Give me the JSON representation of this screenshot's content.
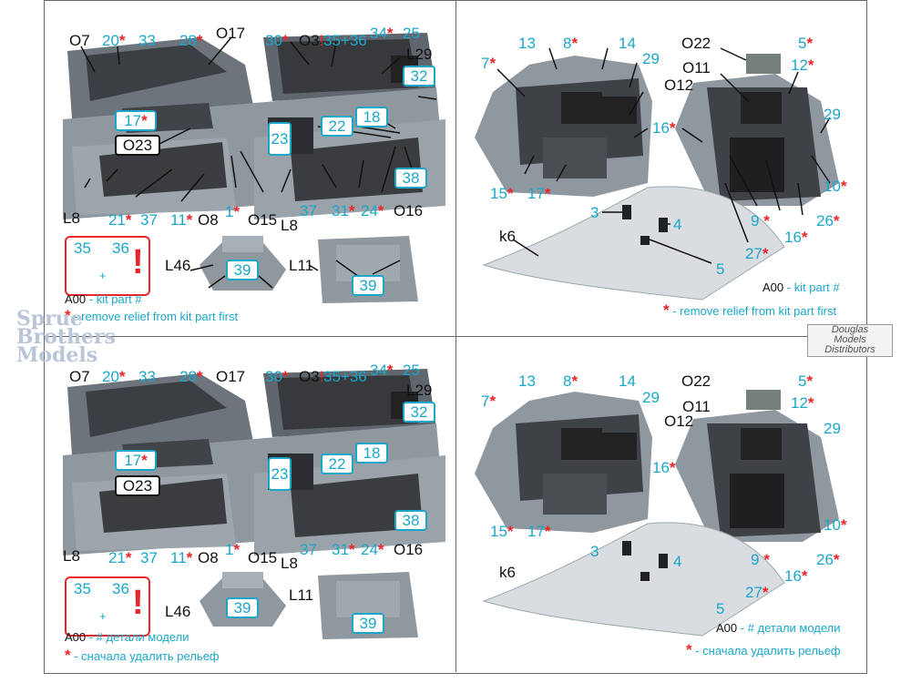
{
  "top_left": {
    "labels": [
      "O7",
      "20",
      "33",
      "28",
      "O17",
      "30",
      "O3",
      "35+36",
      "34",
      "25",
      "L29",
      "17",
      "O23",
      "23",
      "22",
      "18",
      "32",
      "38",
      "L8",
      "21",
      "37",
      "11",
      "O8",
      "1",
      "O15",
      "L8",
      "37",
      "31",
      "24",
      "O16",
      "L46",
      "L11",
      "39",
      "39"
    ],
    "callout": {
      "a": "35",
      "b": "36",
      "plus": "+"
    },
    "legend_part": "A00",
    "legend_part_text": " - kit part #",
    "legend_star": "*",
    "legend_star_text": " - remove relief from kit part first"
  },
  "top_right": {
    "labels": [
      "13",
      "8",
      "14",
      "7",
      "29",
      "O12",
      "O22",
      "5",
      "O11",
      "12",
      "29",
      "16",
      "15",
      "17",
      "10",
      "9",
      "16",
      "26",
      "27",
      "3",
      "4",
      "5",
      "k6"
    ],
    "legend_part": "A00",
    "legend_part_text": " - kit part #",
    "legend_star": "*",
    "legend_star_text": " - remove relief from kit part first"
  },
  "bottom_left": {
    "legend_part": "A00",
    "legend_part_text": " - # детали модели",
    "legend_star": "*",
    "legend_star_text": " - сначала удалить рельеф"
  },
  "bottom_right": {
    "legend_part": "A00",
    "legend_part_text": " - # детали модели",
    "legend_star": "*",
    "legend_star_text": " - сначала удалить рельеф"
  },
  "watermarks": {
    "sbm_line1": "Sprue",
    "sbm_line2": "Brothers",
    "sbm_line3": "Models",
    "dmd_line1": "Douglas",
    "dmd_line2": "Models",
    "dmd_line3": "Distributors"
  }
}
